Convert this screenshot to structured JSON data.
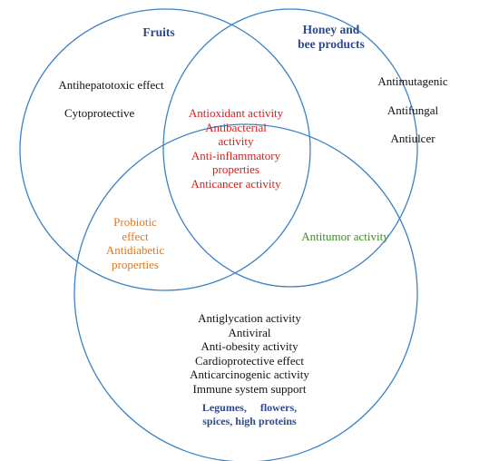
{
  "sets": {
    "fruits": {
      "title": "Fruits"
    },
    "honey": {
      "title_lines": [
        "Honey and",
        "bee products"
      ]
    },
    "third": {
      "title_lines": [
        "Legumes,     flowers,",
        "spices, high proteins"
      ]
    }
  },
  "regions": {
    "fruits_only": [
      "Antihepatotoxic effect",
      "Cytoprotective"
    ],
    "honey_only": [
      "Antimutagenic",
      "Antifungal",
      "Antiulcer"
    ],
    "all_three": [
      "Antioxidant activity",
      "Antibacterial",
      "activity",
      "Anti-inflammatory",
      "properties",
      "Anticancer activity"
    ],
    "fruits_third": [
      "Probiotic",
      "effect",
      "Antidiabetic",
      "properties"
    ],
    "honey_third": [
      "Antitumor activity"
    ],
    "third_only": [
      "Antiglycation activity",
      "Antiviral",
      "Anti-obesity activity",
      "Cardioprotective effect",
      "Anticarcinogenic activity",
      "Immune system support"
    ]
  },
  "colors": {
    "circle_stroke": "#3a82c4",
    "title_blue": "#2e4a8c",
    "shared_all": "#d42020",
    "fruits_third": "#e0781e",
    "honey_third": "#3e8a2a",
    "text": "#111111"
  }
}
